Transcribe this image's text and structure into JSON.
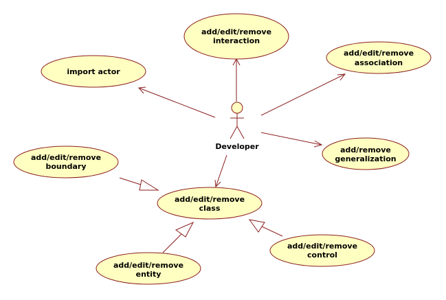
{
  "actor": {
    "name": "Developer"
  },
  "use_cases": {
    "interaction": {
      "line1": "add/edit/remove",
      "line2": "interaction"
    },
    "association": {
      "line1": "add/edit/remove",
      "line2": "association"
    },
    "import_actor": {
      "line1": "import actor"
    },
    "generalization": {
      "line1": "add/remove",
      "line2": "generalization"
    },
    "boundary": {
      "line1": "add/edit/remove",
      "line2": "boundary"
    },
    "class": {
      "line1": "add/edit/remove",
      "line2": "class"
    },
    "control": {
      "line1": "add/edit/remove",
      "line2": "control"
    },
    "entity": {
      "line1": "add/edit/remove",
      "line2": "entity"
    }
  },
  "colors": {
    "usecase_fill": "#ffffc2",
    "line_color": "#8a1c1c"
  }
}
